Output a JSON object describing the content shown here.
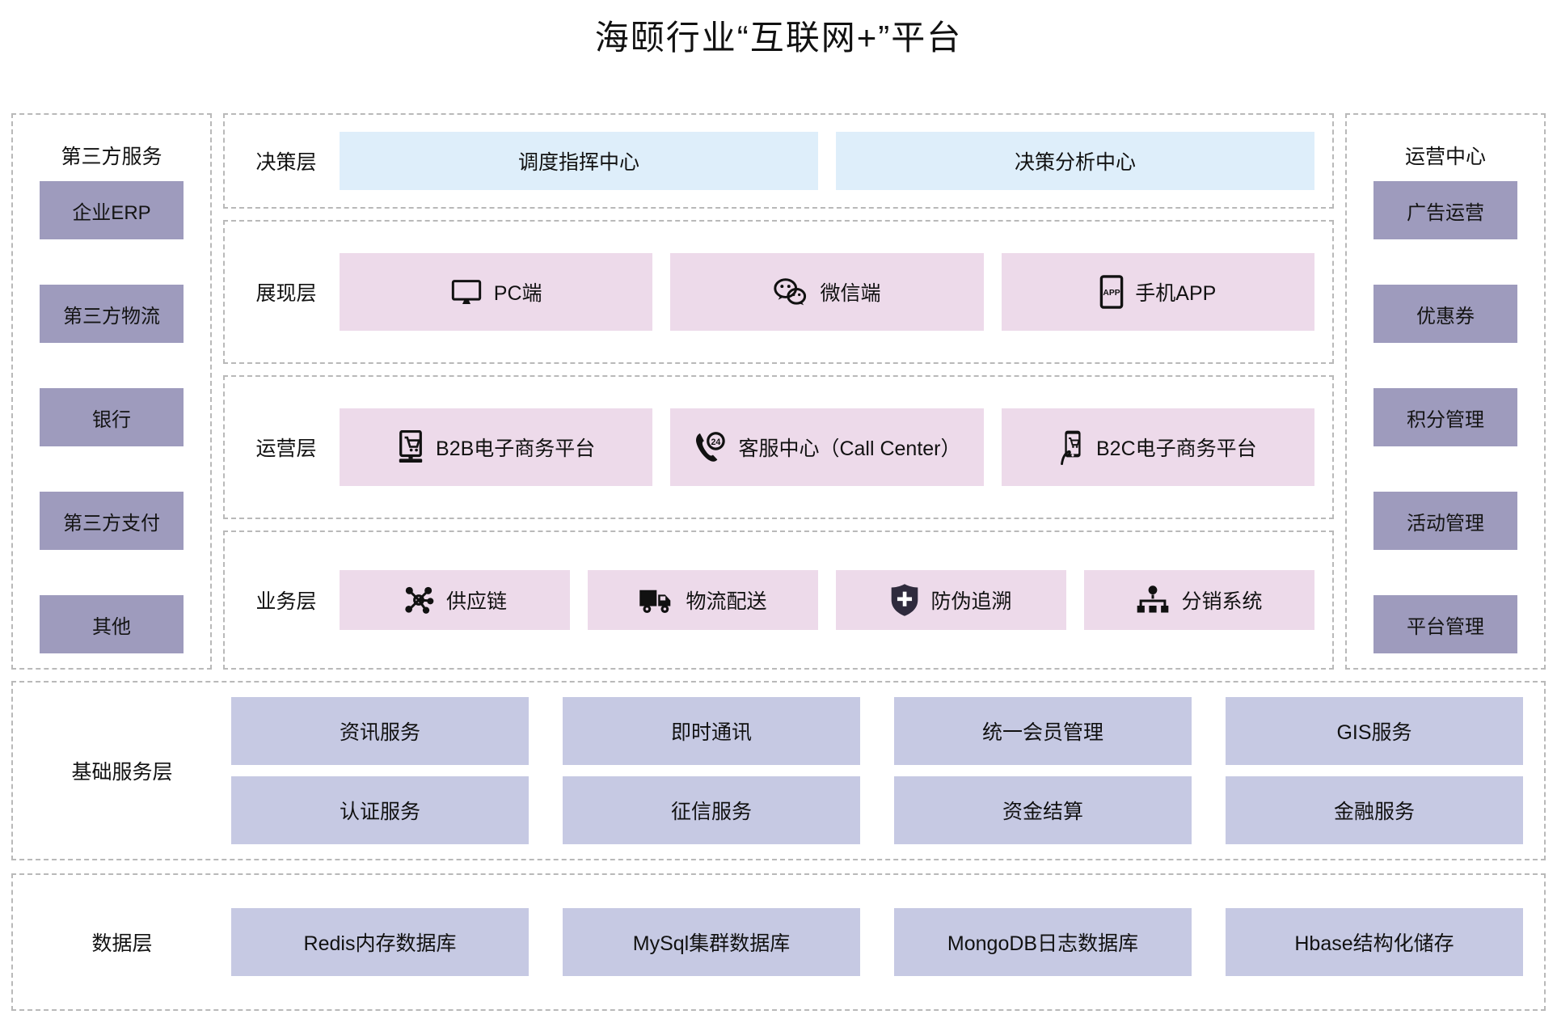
{
  "title": "海颐行业“互联网+”平台",
  "colors": {
    "blue_box": "#deeefa",
    "pink_box": "#eddaea",
    "purple_chip": "#9e9bbd",
    "lavender_chip": "#c6c9e3",
    "dashed_border": "#b9b9b9",
    "text": "#111111"
  },
  "left_panel": {
    "title": "第三方服务",
    "items": [
      {
        "label": "企业ERP"
      },
      {
        "label": "第三方物流"
      },
      {
        "label": "银行"
      },
      {
        "label": "第三方支付"
      },
      {
        "label": "其他"
      }
    ]
  },
  "right_panel": {
    "title": "运营中心",
    "items": [
      {
        "label": "广告运营"
      },
      {
        "label": "优惠券"
      },
      {
        "label": "积分管理"
      },
      {
        "label": "活动管理"
      },
      {
        "label": "平台管理"
      }
    ]
  },
  "layers": {
    "decision": {
      "label": "决策层",
      "boxes": [
        {
          "label": "调度指挥中心",
          "icon": ""
        },
        {
          "label": "决策分析中心",
          "icon": ""
        }
      ]
    },
    "presentation": {
      "label": "展现层",
      "boxes": [
        {
          "label": "PC端",
          "icon": "monitor-icon"
        },
        {
          "label": "微信端",
          "icon": "wechat-icon"
        },
        {
          "label": "手机APP",
          "icon": "mobile-app-icon"
        }
      ]
    },
    "operation": {
      "label": "运营层",
      "boxes": [
        {
          "label": "B2B电子商务平台",
          "icon": "shopping-cart-desktop-icon"
        },
        {
          "label": "客服中心（Call Center）",
          "icon": "phone-24h-icon"
        },
        {
          "label": "B2C电子商务平台",
          "icon": "mobile-cart-icon"
        }
      ]
    },
    "business": {
      "label": "业务层",
      "boxes": [
        {
          "label": "供应链",
          "icon": "network-nodes-icon"
        },
        {
          "label": "物流配送",
          "icon": "truck-icon"
        },
        {
          "label": "防伪追溯",
          "icon": "shield-plus-icon"
        },
        {
          "label": "分销系统",
          "icon": "hierarchy-icon"
        }
      ]
    }
  },
  "base_service_layer": {
    "label": "基础服务层",
    "items": [
      {
        "label": "资讯服务"
      },
      {
        "label": "即时通讯"
      },
      {
        "label": "统一会员管理"
      },
      {
        "label": "GIS服务"
      },
      {
        "label": "认证服务"
      },
      {
        "label": "征信服务"
      },
      {
        "label": "资金结算"
      },
      {
        "label": "金融服务"
      }
    ]
  },
  "data_layer": {
    "label": "数据层",
    "items": [
      {
        "label": "Redis内存数据库"
      },
      {
        "label": "MySql集群数据库"
      },
      {
        "label": "MongoDB日志数据库"
      },
      {
        "label": "Hbase结构化储存"
      }
    ]
  }
}
